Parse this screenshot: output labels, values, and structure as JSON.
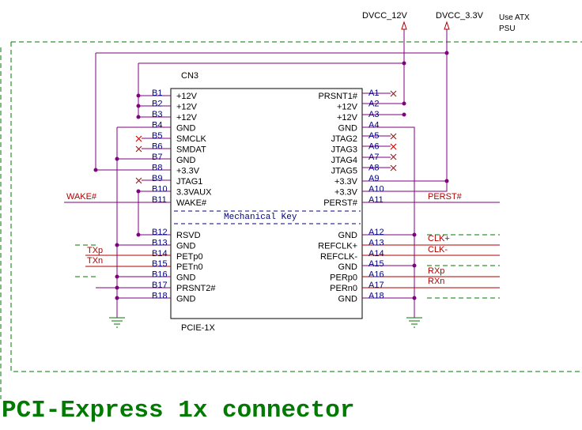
{
  "title": "PCI-Express 1x connector",
  "refdes": "CN3",
  "part": "PCIE-1X",
  "mechanical_key": "Mechanical Key",
  "power": {
    "v12": "DVCC_12V",
    "v33": "DVCC_3.3V",
    "note_line1": "Use ATX",
    "note_line2": "PSU"
  },
  "b_pins": [
    {
      "num": "B1",
      "name": "+12V"
    },
    {
      "num": "B2",
      "name": "+12V"
    },
    {
      "num": "B3",
      "name": "+12V"
    },
    {
      "num": "B4",
      "name": "GND"
    },
    {
      "num": "B5",
      "name": "SMCLK"
    },
    {
      "num": "B6",
      "name": "SMDAT"
    },
    {
      "num": "B7",
      "name": "GND"
    },
    {
      "num": "B8",
      "name": "+3.3V"
    },
    {
      "num": "B9",
      "name": "JTAG1"
    },
    {
      "num": "B10",
      "name": "3.3VAUX"
    },
    {
      "num": "B11",
      "name": "WAKE#"
    },
    {
      "num": "B12",
      "name": "RSVD"
    },
    {
      "num": "B13",
      "name": "GND"
    },
    {
      "num": "B14",
      "name": "PETp0"
    },
    {
      "num": "B15",
      "name": "PETn0"
    },
    {
      "num": "B16",
      "name": "GND"
    },
    {
      "num": "B17",
      "name": "PRSNT2#"
    },
    {
      "num": "B18",
      "name": "GND"
    }
  ],
  "a_pins": [
    {
      "num": "A1",
      "name": "PRSNT1#"
    },
    {
      "num": "A2",
      "name": "+12V"
    },
    {
      "num": "A3",
      "name": "+12V"
    },
    {
      "num": "A4",
      "name": "GND"
    },
    {
      "num": "A5",
      "name": "JTAG2"
    },
    {
      "num": "A6",
      "name": "JTAG3"
    },
    {
      "num": "A7",
      "name": "JTAG4"
    },
    {
      "num": "A8",
      "name": "JTAG5"
    },
    {
      "num": "A9",
      "name": "+3.3V"
    },
    {
      "num": "A10",
      "name": "+3.3V"
    },
    {
      "num": "A11",
      "name": "PERST#"
    },
    {
      "num": "A12",
      "name": "GND"
    },
    {
      "num": "A13",
      "name": "REFCLK+"
    },
    {
      "num": "A14",
      "name": "REFCLK-"
    },
    {
      "num": "A15",
      "name": "GND"
    },
    {
      "num": "A16",
      "name": "PERp0"
    },
    {
      "num": "A17",
      "name": "PERn0"
    },
    {
      "num": "A18",
      "name": "GND"
    }
  ],
  "nets": {
    "wake": "WAKE#",
    "txp": "TXp",
    "txn": "TXn",
    "perst": "PERST#",
    "clkp": "CLK+",
    "clkn": "CLK-",
    "rxp": "RXp",
    "rxn": "RXn"
  }
}
